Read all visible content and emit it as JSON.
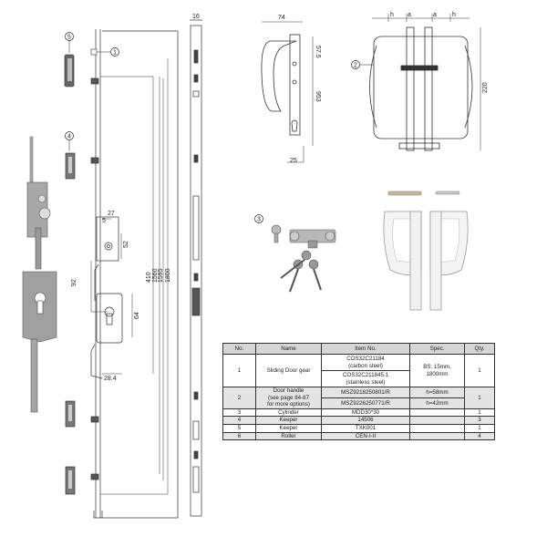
{
  "colors": {
    "line": "#333333",
    "metal": "#9a9a9a",
    "metal_dark": "#6e6e6e",
    "header_bg": "#d6d6d6",
    "row_shade": "#e4e4e4",
    "handle": "#f4f4f4"
  },
  "callouts": {
    "c1": "1",
    "c2": "2",
    "c3": "3",
    "c4": "4",
    "c5": "5"
  },
  "dims": {
    "d16": "16",
    "d27": "27",
    "d5": "5",
    "d52": "52",
    "d92": "92",
    "d410": "410",
    "d1560": "1560",
    "d1595": "1595",
    "d1800": "1800",
    "d64": "64",
    "d28_4": "28.4",
    "d74": "74",
    "d57_5": "57.5",
    "d953": "953",
    "d25": "25",
    "h1": "h",
    "a1": "a",
    "a2": "a",
    "h2": "h",
    "d220": "220"
  },
  "table": {
    "headers": [
      "No.",
      "Name",
      "Item No.",
      "Spec.",
      "Qty."
    ],
    "rows": [
      {
        "no": "1",
        "name": "Sliding Door gear",
        "items": [
          "COS32C21184\n(carbon steel)",
          "COS32C211845.1\n(stainless steel)"
        ],
        "spec": "BS: 15mm,\n1800mm",
        "qty": "1"
      },
      {
        "no": "2",
        "name": "Door handle\n(see page 84-87\nfor more options)",
        "items": [
          "MSZ9218250801/R",
          "MSZ9226250771/R"
        ],
        "specs": [
          "h=58mm",
          "h=42mm"
        ],
        "qty": "1"
      },
      {
        "no": "3",
        "name": "Cylinder",
        "item": "MDD30*30",
        "spec": "",
        "qty": "1"
      },
      {
        "no": "4",
        "name": "Keeper",
        "item": "14506",
        "spec": "",
        "qty": "3"
      },
      {
        "no": "5",
        "name": "Keeper",
        "item": "TXK001",
        "spec": "",
        "qty": "1"
      },
      {
        "no": "6",
        "name": "Roller",
        "item": "CEN-I-II",
        "spec": "",
        "qty": "4"
      }
    ]
  }
}
